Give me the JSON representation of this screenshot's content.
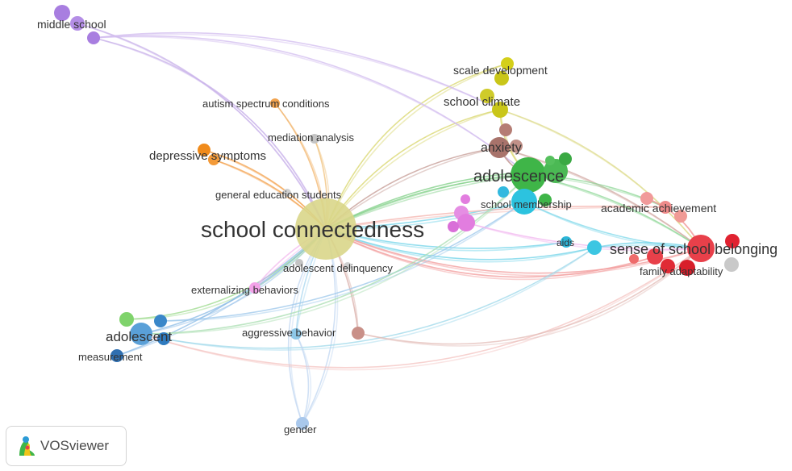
{
  "labels": {
    "middle_school": "middle school",
    "autism": "autism spectrum conditions",
    "mediation": "mediation analysis",
    "depressive": "depressive symptoms",
    "general_ed": "general education students",
    "school_connectedness": "school connectedness",
    "adolescent_delinquency": "adolescent delinquency",
    "externalizing": "externalizing behaviors",
    "adolescent": "adolescent",
    "measurement": "measurement",
    "aggressive": "aggressive behavior",
    "gender": "gender",
    "scale_development": "scale development",
    "school_climate": "school climate",
    "anxiety": "anxiety",
    "adolescence": "adolescence",
    "school_membership": "school membership",
    "academic_achievement": "academic achievement",
    "aids": "aids",
    "sense_of_school_belonging": "sense of school belonging",
    "family_adaptability": "family adaptability"
  },
  "logo": {
    "text": "VOSviewer"
  },
  "cluster_colors": {
    "yellow_green": "#c7c94a",
    "olive": "#c9c619",
    "brown": "#b57d74",
    "green": "#3fb548",
    "cyan": "#2cc3df",
    "red": "#e8404a",
    "pink": "#e27ddf",
    "purple": "#a87ee0",
    "orange": "#f08b1c",
    "blue": "#3a87c9",
    "gray": "#c4c4c4",
    "light_blue": "#8ec8e8"
  }
}
